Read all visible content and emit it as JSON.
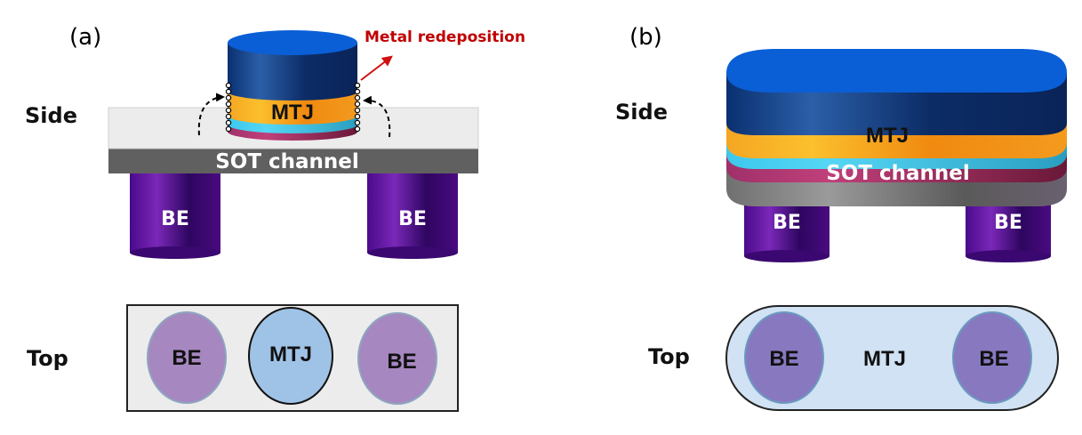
{
  "panels": [
    {
      "id": "a",
      "label": "(a)",
      "side_view": {
        "row_label": "Side",
        "mtj_label": "MTJ",
        "channel_label": "SOT channel",
        "electrode_labels": [
          "BE",
          "BE"
        ],
        "annotation": "Metal redeposition"
      },
      "top_view": {
        "row_label": "Top",
        "electrode_labels": [
          "BE",
          "BE"
        ],
        "mtj_label": "MTJ"
      }
    },
    {
      "id": "b",
      "label": "(b)",
      "side_view": {
        "row_label": "Side",
        "mtj_label": "MTJ",
        "channel_label": "SOT channel",
        "electrode_labels": [
          "BE",
          "BE"
        ]
      },
      "top_view": {
        "row_label": "Top",
        "electrode_labels": [
          "BE",
          "BE"
        ],
        "mtj_label": "MTJ"
      }
    }
  ],
  "colors": {
    "top_electrode": "#0b3a7a",
    "top_electrode_cap": "#0a5fd6",
    "free_layer": "#f39a1e",
    "barrier": "#3bb8d8",
    "reference": "#8a2050",
    "channel": "#606060",
    "encapsulation": "#ececec",
    "bottom_electrode": "#4a0a80",
    "top_be_circle_a": "#a687bf",
    "top_be_circle_b": "#8878c0",
    "top_mtj_circle": "#9fc3e6",
    "top_mtj_stadium": "#d0e2f3",
    "annotation": "#c00000"
  }
}
